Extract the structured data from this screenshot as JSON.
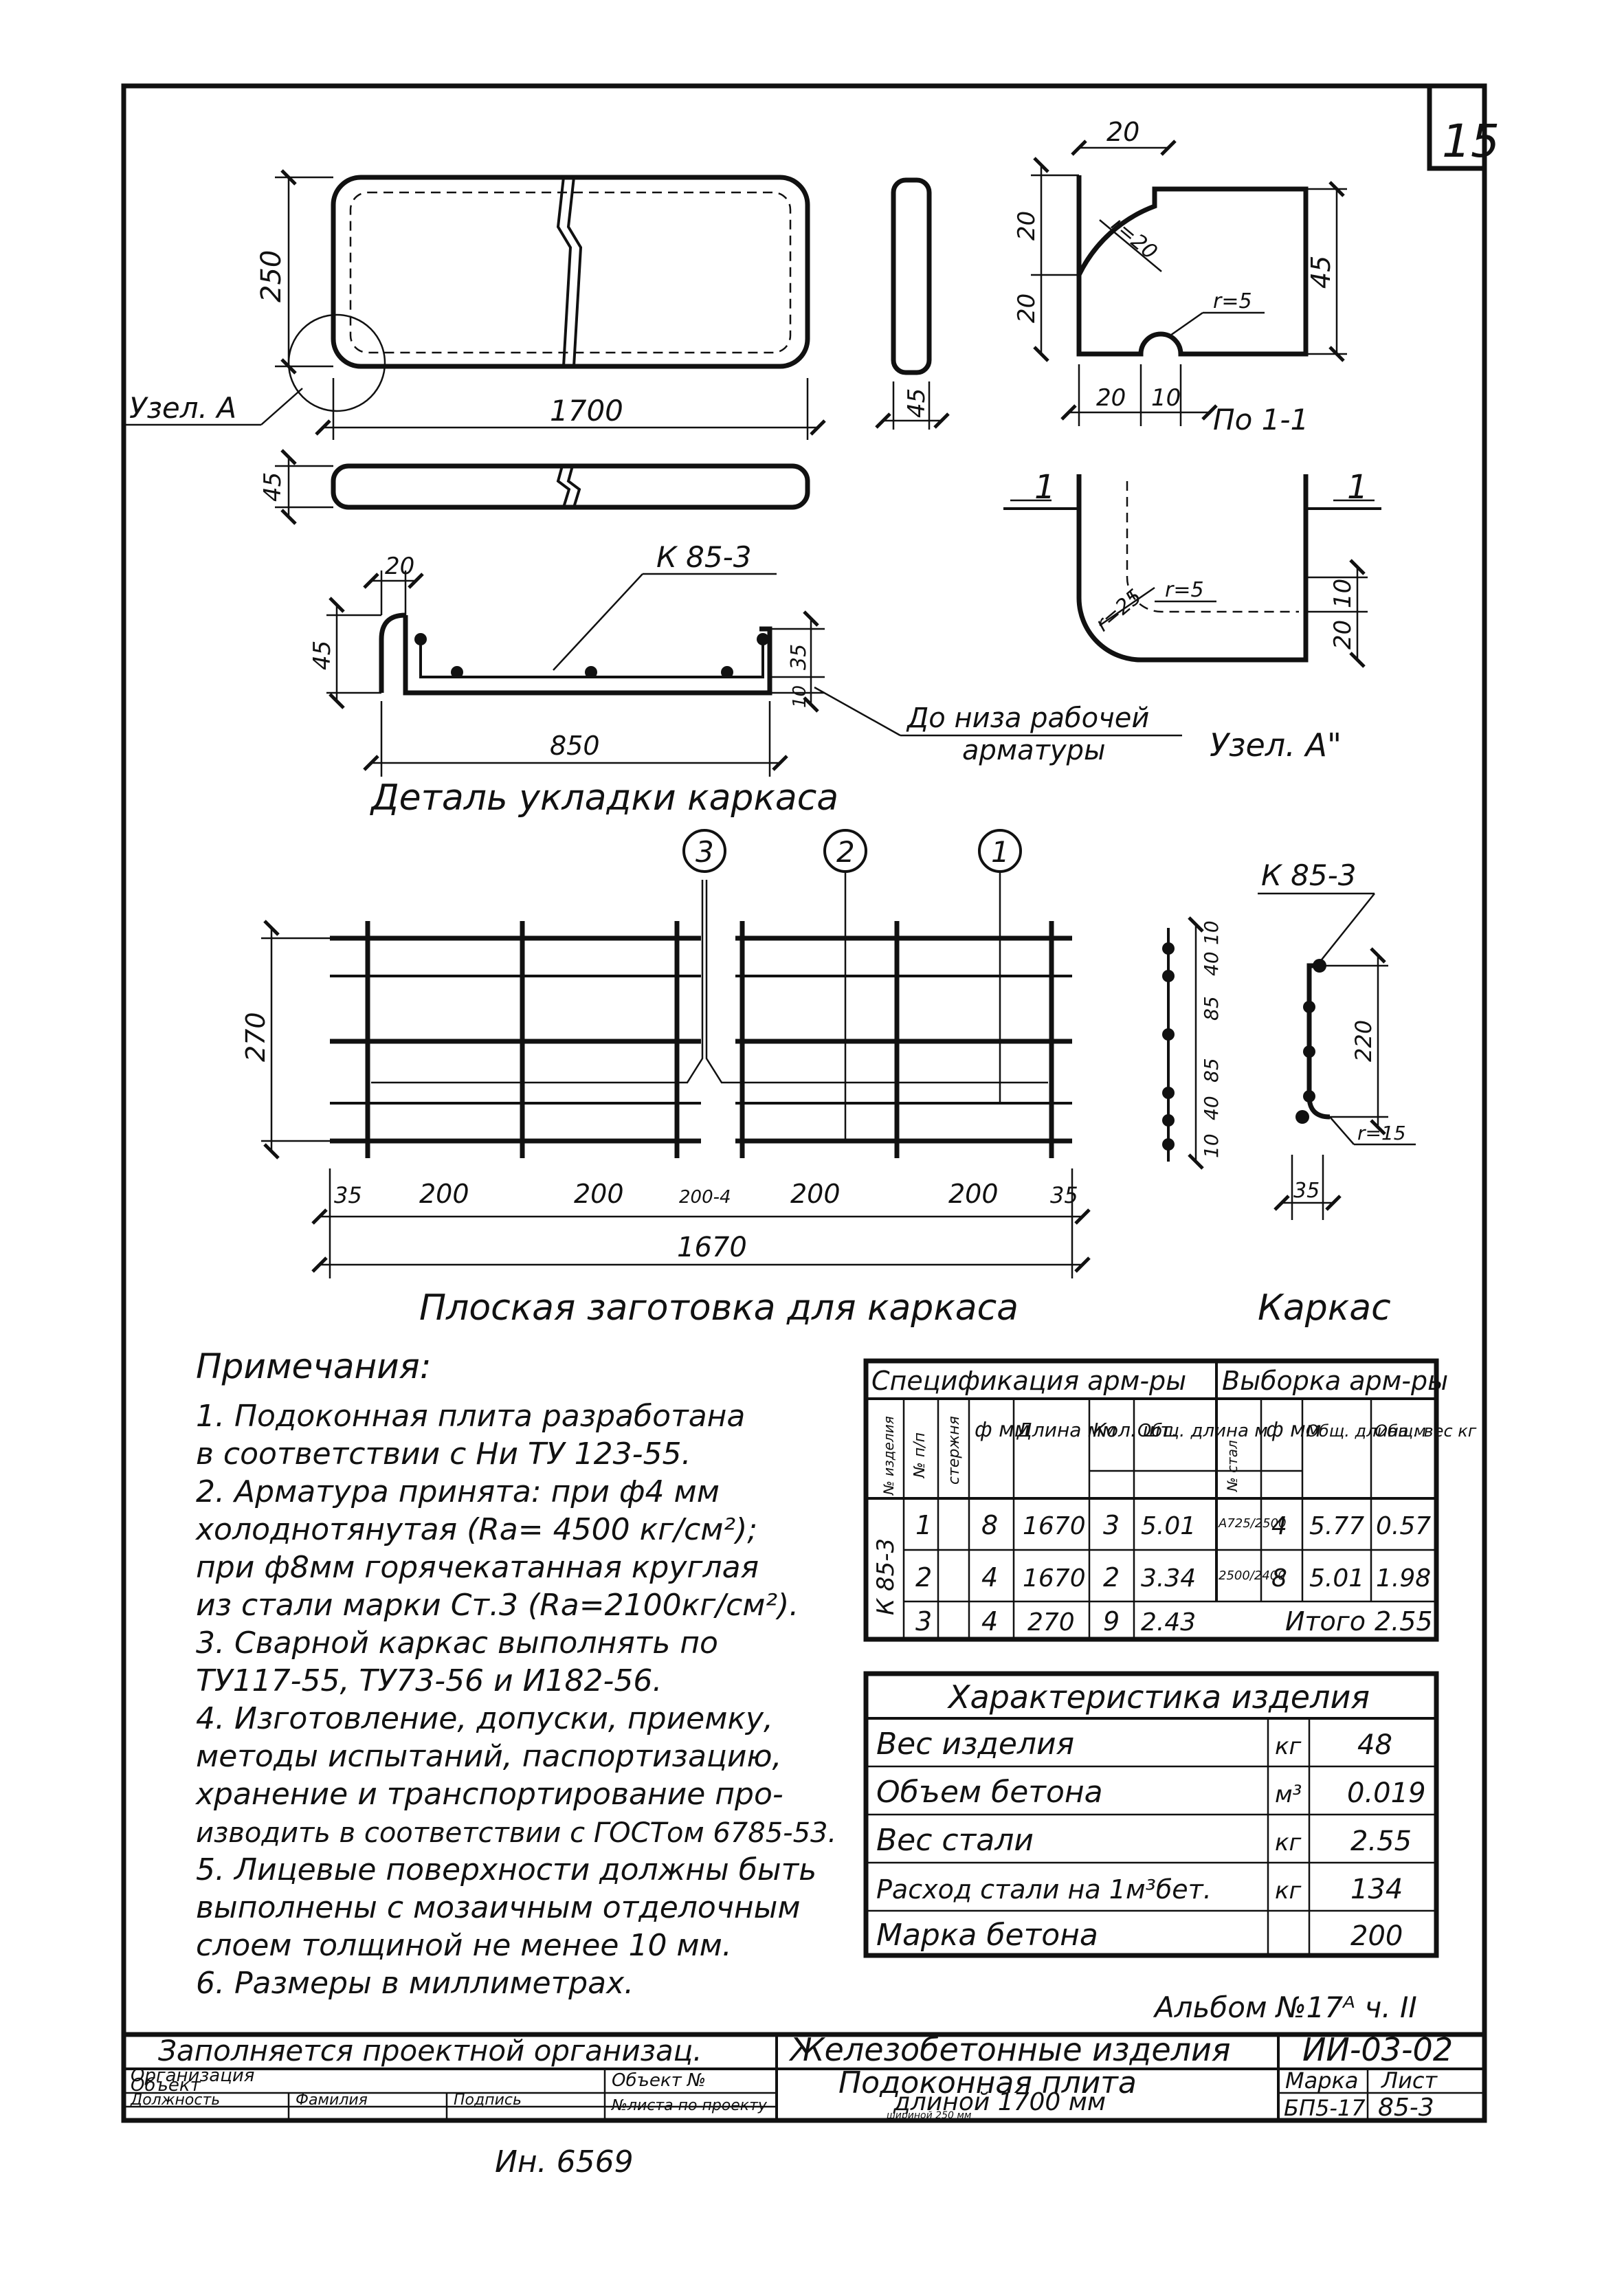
{
  "sheet": {
    "page_number": "15",
    "stamp_bottom": "Ин. 6569"
  },
  "elevation": {
    "height_dim": "250",
    "length_dim": "1700",
    "thickness_dim": "45",
    "side_width_dim": "45",
    "node_label": "Узел. А"
  },
  "node_a": {
    "top_dim": "20",
    "dim_20a": "20",
    "dim_20b": "20",
    "r20": "r=20",
    "r5": "r=5",
    "right_dim": "45",
    "bottom_dim_20": "20",
    "bottom_dim_10": "10",
    "section_label": "По 1-1"
  },
  "section_11": {
    "mark_left": "1",
    "mark_right": "1",
    "dim_10": "10",
    "dim_20": "20",
    "r25": "r=25",
    "r5": "r=5",
    "title": "Узел. А\""
  },
  "laying_detail": {
    "title": "Деталь укладки каркаса",
    "cage_label": "К 85-3",
    "dim_20": "20",
    "dim_45": "45",
    "dim_35": "35",
    "dim_10": "10",
    "dim_850": "850",
    "note_line1": "До низа рабочей",
    "note_line2": "арматуры"
  },
  "flat_blank": {
    "title": "Плоская заготовка для каркаса",
    "height_dim": "270",
    "positions": [
      "3",
      "2",
      "1"
    ],
    "spacing_dims": [
      "35",
      "200",
      "200",
      "200-4",
      "200",
      "200",
      "35"
    ],
    "total_dim": "1670"
  },
  "cage": {
    "title": "Каркас",
    "label": "К 85-3",
    "left_dims": [
      "10",
      "40",
      "85",
      "85",
      "40",
      "10"
    ],
    "dim_220": "220",
    "dim_r15": "r=15",
    "dim_35": "35"
  },
  "notes": {
    "heading": "Примечания:",
    "lines": [
      "1. Подоконная плита разработана",
      "в соответствии с Ни ТУ 123-55.",
      "2. Арматура принята: при ф4 мм",
      "холоднотянутая (Ra= 4500 кг/см²);",
      "при ф8мм горячекатанная круглая",
      "из стали марки Ст.3 (Ra=2100кг/см²).",
      "3. Сварной каркас выполнять по",
      "ТУ117-55, ТУ73-56 и И182-56.",
      "4. Изготовление, допуски, приемку,",
      "методы испытаний, паспортизацию,",
      "хранение и транспортирование про-",
      "изводить в соответствии с ГОСТом 6785-53.",
      "5. Лицевые поверхности должны быть",
      "выполнены с мозаичным отделочным",
      "слоем толщиной не менее 10 мм.",
      "6. Размеры в миллиметрах."
    ]
  },
  "spec_table": {
    "title_spec": "Спецификация арм-ры",
    "title_sel": "Выборка арм-ры",
    "headers": [
      "№ изделия",
      "№ п/п",
      "стержня",
      "ф мм",
      "Длина мм",
      "Кол. шт.",
      "Общ. длина м",
      "№ стал",
      "ф мм",
      "Общ. длина м",
      "Общ. вес кг"
    ],
    "element": "К 85-3",
    "rows": [
      {
        "n": "1",
        "d": "8",
        "len": "1670",
        "qty": "3",
        "total": "5.01"
      },
      {
        "n": "2",
        "d": "4",
        "len": "1670",
        "qty": "2",
        "total": "3.34"
      },
      {
        "n": "3",
        "d": "4",
        "len": "270",
        "qty": "9",
        "total": "2.43"
      }
    ],
    "selection": [
      {
        "steel": "А725/2500",
        "d": "4",
        "len": "5.77",
        "weight": "0.57"
      },
      {
        "steel": "2500/2400",
        "d": "8",
        "len": "5.01",
        "weight": "1.98"
      }
    ],
    "total_label": "Итого",
    "total_value": "2.55"
  },
  "char_table": {
    "title": "Характеристика изделия",
    "rows": [
      {
        "name": "Вес изделия",
        "unit": "кг",
        "value": "48"
      },
      {
        "name": "Объем бетона",
        "unit": "м³",
        "value": "0.019"
      },
      {
        "name": "Вес стали",
        "unit": "кг",
        "value": "2.55"
      },
      {
        "name": "Расход стали на 1м³бет.",
        "unit": "кг",
        "value": "134"
      },
      {
        "name": "Марка бетона",
        "unit": "",
        "value": "200"
      }
    ]
  },
  "title_block": {
    "album": "Альбом №17ᴬ ч. II",
    "org_fill": "Заполняется проектной организац.",
    "org_label": "Организация",
    "object_label": "Объект",
    "object_no": "Объект №",
    "position": "Должность",
    "surname": "Фамилия",
    "signature": "Подпись",
    "sheet_no": "№листа по проекту",
    "series": "Железобетонные изделия",
    "code": "ИИ-03-02",
    "name_l1": "Подоконная плита",
    "name_l2": "длиной 1700 мм",
    "name_l3": "шириной 250 мм",
    "mark_label": "Марка",
    "sheet_label": "Лист",
    "mark_value": "БП5-17",
    "sheet_value": "85-3"
  }
}
